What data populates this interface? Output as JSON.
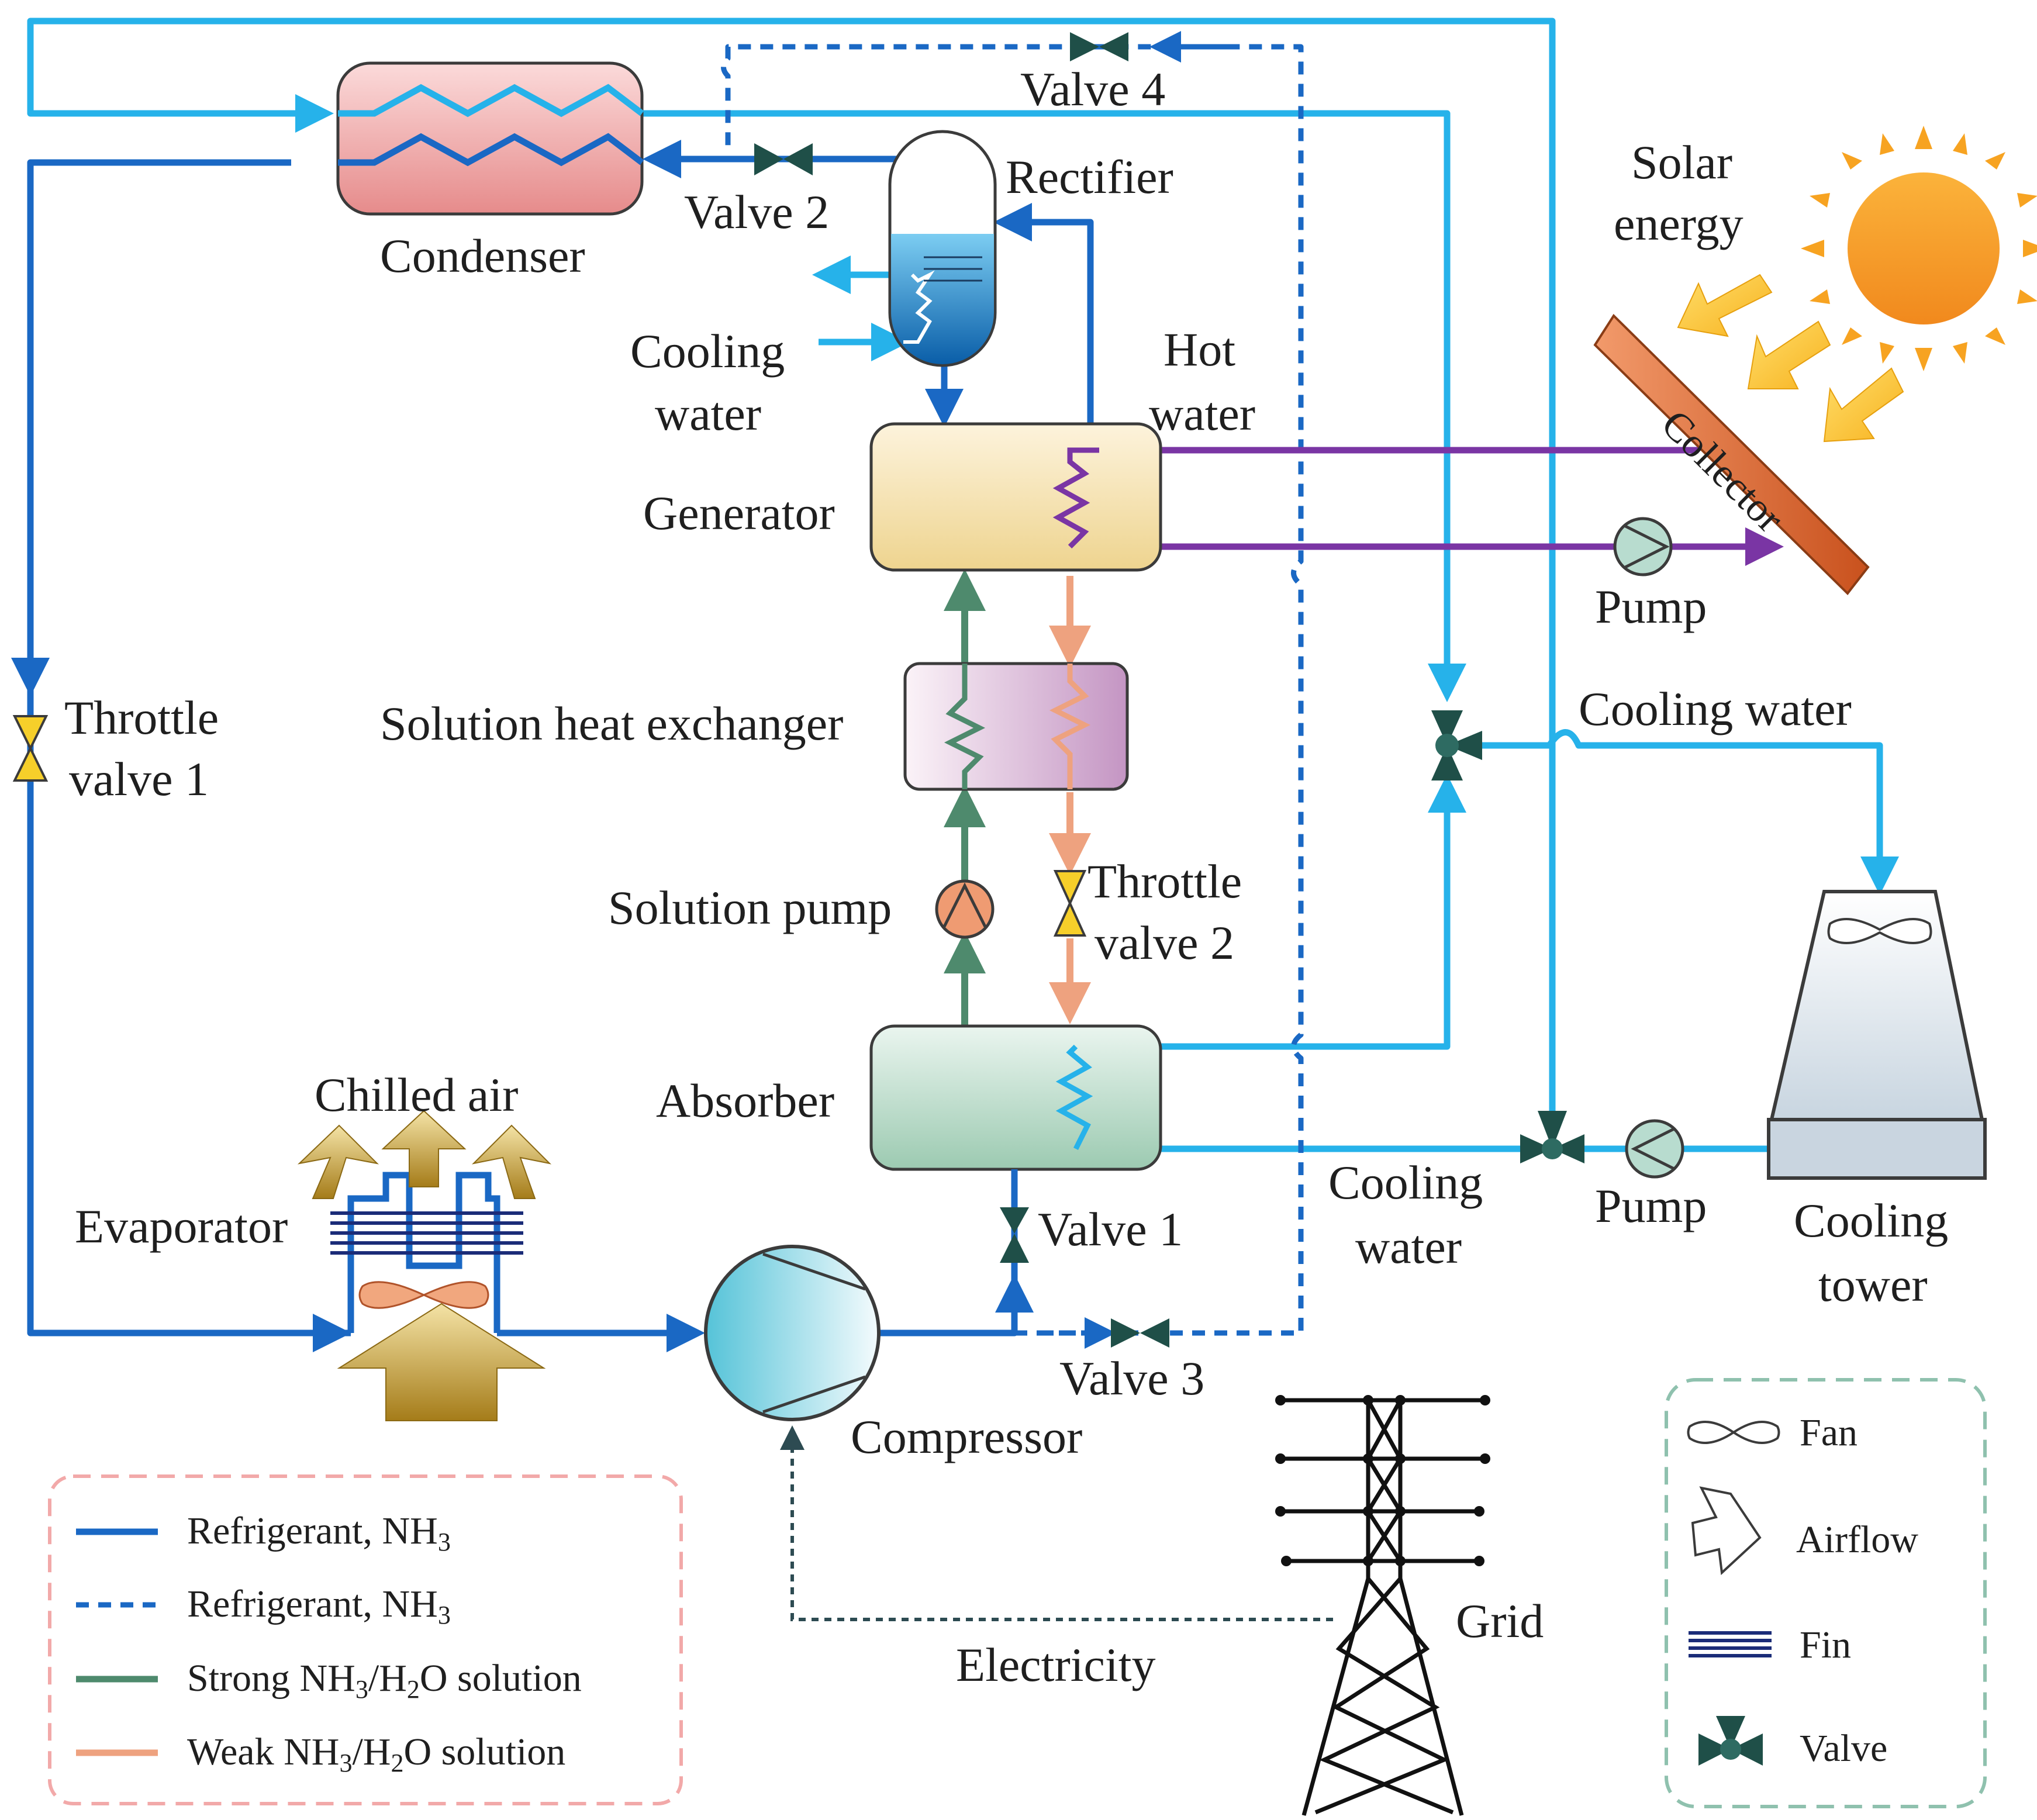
{
  "labels": {
    "condenser": "Condenser",
    "valve2": "Valve 2",
    "valve4": "Valve 4",
    "rectifier": "Rectifier",
    "solar1": "Solar",
    "solar2": "energy",
    "collector": "Collector",
    "cooling_water_rect_1": "Cooling",
    "cooling_water_rect_2": "water",
    "hot_water_1": "Hot",
    "hot_water_2": "water",
    "generator": "Generator",
    "pump_top": "Pump",
    "throttle1_1": "Throttle",
    "throttle1_2": "valve 1",
    "shx": "Solution heat exchanger",
    "cooling_water_right": "Cooling water",
    "solution_pump": "Solution pump",
    "throttle2_1": "Throttle",
    "throttle2_2": "valve 2",
    "absorber": "Absorber",
    "chilled_air": "Chilled air",
    "evaporator": "Evaporator",
    "valve1": "Valve 1",
    "cooling_water_abs_1": "Cooling",
    "cooling_water_abs_2": "water",
    "pump_bottom": "Pump",
    "cooling_tower_1": "Cooling",
    "cooling_tower_2": "tower",
    "valve3": "Valve 3",
    "compressor": "Compressor",
    "grid": "Grid",
    "electricity": "Electricity"
  },
  "legend_left": {
    "refrigerant_solid_main": "Refrigerant, NH",
    "refrigerant_solid_sub": "3",
    "refrigerant_dashed_main": "Refrigerant, NH",
    "refrigerant_dashed_sub": "3",
    "strong_a": "Strong NH",
    "strong_sub1": "3",
    "strong_b": "/H",
    "strong_sub2": "2",
    "strong_c": "O solution",
    "weak_a": "Weak NH",
    "weak_sub1": "3",
    "weak_b": "/H",
    "weak_sub2": "2",
    "weak_c": "O solution"
  },
  "legend_right": {
    "fan": "Fan",
    "airflow": "Airflow",
    "fin": "Fin",
    "valve": "Valve"
  },
  "colors": {
    "refrigerant": "#1a68c4",
    "cooling_water": "#26b2ea",
    "strong_solution": "#4e8a6d",
    "weak_solution": "#eea27f",
    "hot_water": "#7a35a4"
  }
}
